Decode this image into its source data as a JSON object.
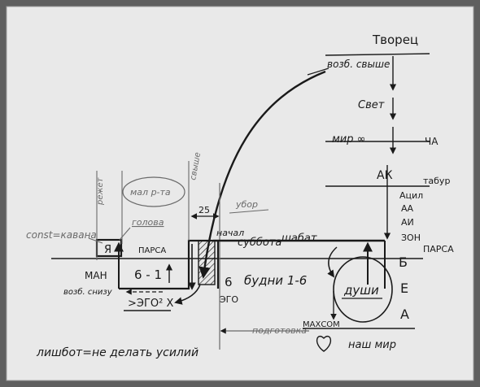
{
  "colors": {
    "frame": "#5f5f5f",
    "paper": "#e9e9e9",
    "ink": "#1a1a1a",
    "pencil": "#6a6a6a"
  },
  "top_right": {
    "tvorets": "Творец",
    "vozb_svyshe": "возб. свыше",
    "svet": "Свет",
    "mir_inf": "мир ∞",
    "chya": "ЧА",
    "ak": "АК",
    "tabur": "табур"
  },
  "worlds": {
    "atzilut": "Ацил",
    "aa": "АА",
    "ai": "АИ",
    "zon": "ЗОН"
  },
  "left": {
    "const_label": "const=кавана",
    "ya": "Я",
    "mai": "МАН",
    "vozb_snizu": "возб. снизу",
    "golova": "голова",
    "rezhet": "режет",
    "malkhut_golova": "мал р-та",
    "shesti": "6 - 1",
    "ego_label": ">ЭГО² Х",
    "lishbot": "лишбот=не делать усилий"
  },
  "middle": {
    "svyshe": "свыше",
    "ubor": "убор",
    "num25": "25",
    "parsa_small": "ПАРСА",
    "nachalo": "начал",
    "subbota": "суббота",
    "shabbat": "шабат",
    "num6": "6",
    "budni": "будни 1-6",
    "ego": "ЭГО",
    "podgotovka": "подготовка"
  },
  "right": {
    "parsa": "ПАРСА",
    "dushi": "души",
    "bea_b": "Б",
    "bea_e": "Е",
    "bea_a": "А",
    "makhsom": "МАХСОМ",
    "nash_mir": "наш мир"
  }
}
